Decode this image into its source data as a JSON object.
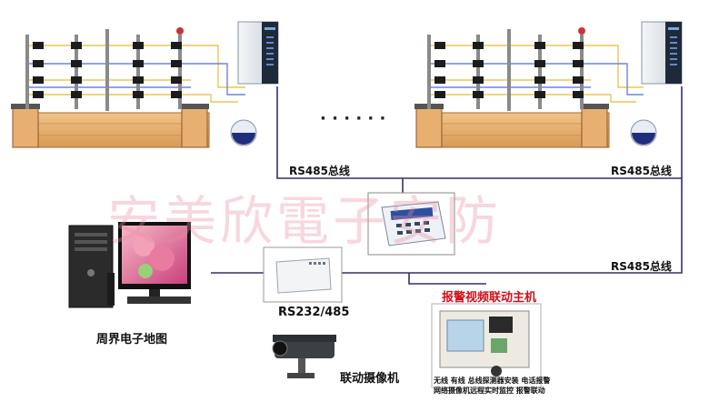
{
  "labels": {
    "rs485_left": "RS485总线",
    "rs485_right": "RS485总线",
    "rs485_lower": "RS485总线",
    "rs232_485": "RS232/485",
    "map_label": "周界电子地图",
    "camera_label": "联动摄像机",
    "host_title": "报警视频联动主机",
    "host_note_line1": "无线 有线 总线探测器安装 电话报警",
    "host_note_line2": "网络摄像机远程实时监控 报警联动",
    "ellipsis": "· · · · · ·",
    "watermark": "安美欣電子安防"
  },
  "colors": {
    "bus_line": "#3a2d6b",
    "fence_yellow": "#e8c750",
    "fence_blue": "#6b86d8",
    "host_title": "#d0101a",
    "watermark": "#e88ca0"
  }
}
